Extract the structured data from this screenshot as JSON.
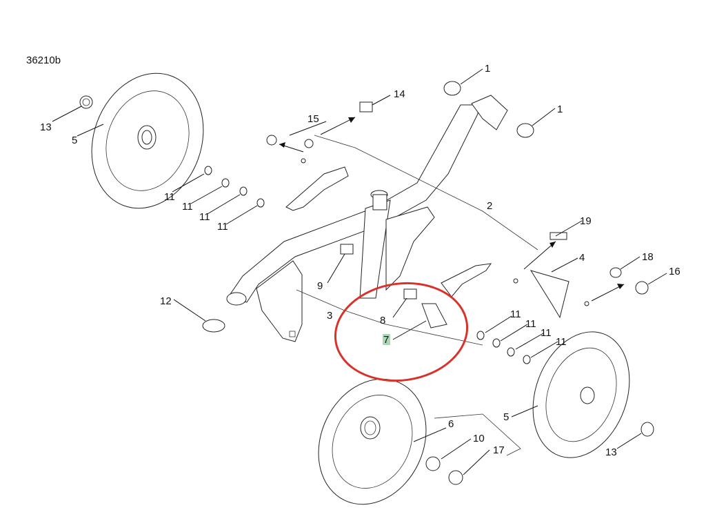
{
  "drawing": {
    "ref_code": "36210b",
    "highlight_color": "#d9322b",
    "callout_highlight_color": "#a9d8b8",
    "callouts": {
      "c1a": "1",
      "c1b": "1",
      "c2": "2",
      "c3": "3",
      "c4": "4",
      "c5a": "5",
      "c5b": "5",
      "c6": "6",
      "c7": "7",
      "c8": "8",
      "c9": "9",
      "c10": "10",
      "c11a": "11",
      "c11b": "11",
      "c11c": "11",
      "c11d": "11",
      "c11e": "11",
      "c11f": "11",
      "c11g": "11",
      "c11h": "11",
      "c12": "12",
      "c13a": "13",
      "c13b": "13",
      "c14": "14",
      "c15": "15",
      "c16": "16",
      "c17": "17",
      "c18": "18",
      "c19": "19"
    }
  }
}
